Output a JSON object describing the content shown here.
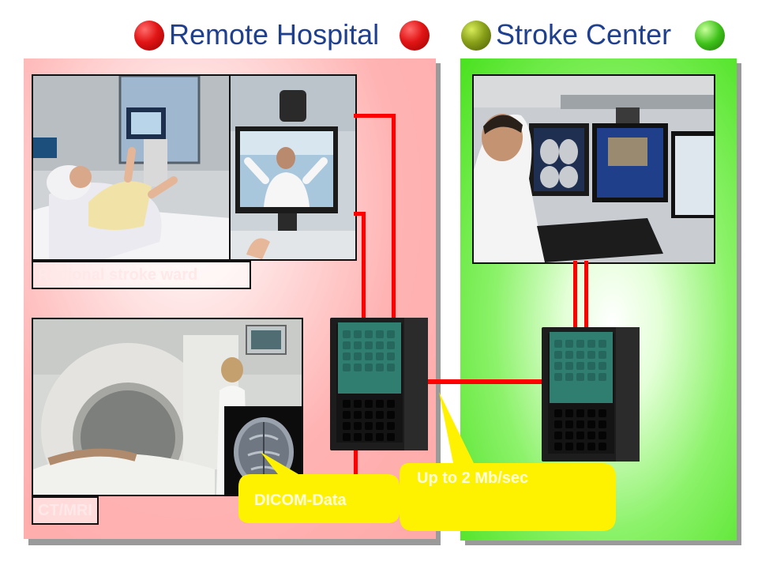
{
  "header": {
    "remote_title": "Remote Hospital",
    "stroke_title": "Stroke Center"
  },
  "remote": {
    "ward_caption": "Regional stroke ward",
    "ct_caption": "CT/MRI"
  },
  "callouts": {
    "dicom_label": "DICOM-Data",
    "speed_label": "Up to 2 Mb/sec"
  },
  "colors": {
    "title_blue": "#1f3f8f",
    "remote_panel": "#ffb3b3",
    "stroke_panel": "#49e11e",
    "cable": "#ff0000",
    "callout": "#fff200"
  }
}
